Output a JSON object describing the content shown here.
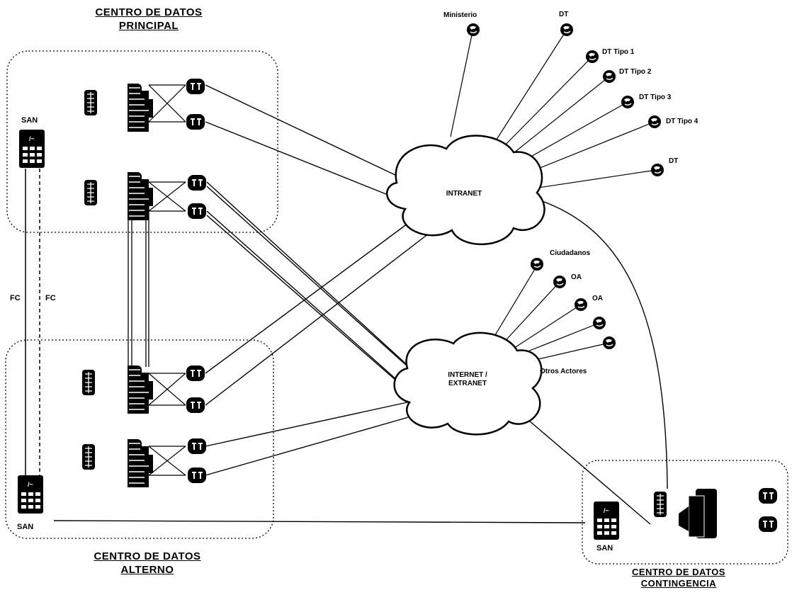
{
  "sites": {
    "principal": {
      "title_line1": "CENTRO DE DATOS",
      "title_line2": "PRINCIPAL"
    },
    "alterno": {
      "title_line1": "CENTRO DE DATOS",
      "title_line2": "ALTERNO"
    },
    "contingencia": {
      "title_line1": "CENTRO DE DATOS",
      "title_line2": "CONTINGENCIA"
    }
  },
  "clouds": {
    "intranet": "INTRANET",
    "internet_line1": "INTERNET /",
    "internet_line2": "EXTRANET"
  },
  "storage": {
    "san_top": "SAN",
    "san_bottom": "SAN",
    "san_contingencia": "SAN"
  },
  "links": {
    "fc_left": "FC",
    "fc_right": "FC"
  },
  "intranet_clients": [
    "Ministerio",
    "DT",
    "DT Tipo 1",
    "DT Tipo 2",
    "DT Tipo 3",
    "DT Tipo 4",
    "DT"
  ],
  "internet_clients": [
    "Ciudadanos",
    "OA",
    "OA",
    "Otros Actores"
  ],
  "colors": {
    "line": "#000000",
    "background": "#ffffff"
  }
}
